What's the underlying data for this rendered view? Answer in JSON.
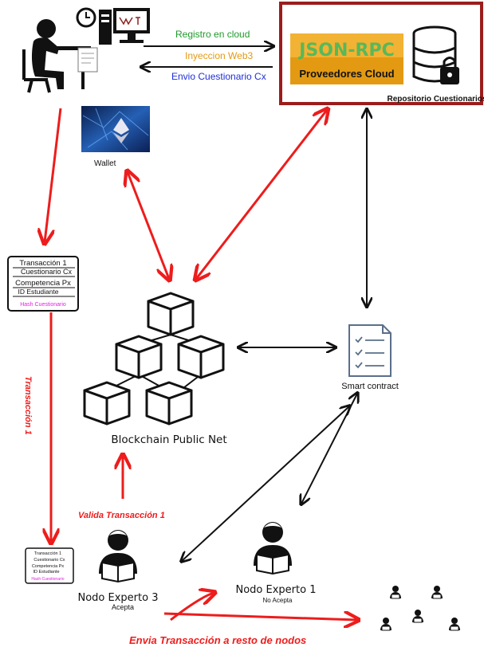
{
  "colors": {
    "red": "#ee1c1c",
    "dark_red": "#9b1c1c",
    "green": "#1f9a2a",
    "orange": "#e39a12",
    "blue": "#1f2fd6",
    "magenta": "#e81ee8",
    "json_green": "#58b85a",
    "json_orange": "#f2b233"
  },
  "top_arrows": {
    "registro": "Registro en cloud",
    "inyeccion": "Inyeccion Web3",
    "envio": "Envio Cuestionario Cx"
  },
  "provider_box": {
    "json_rpc": "JSON-RPC",
    "proveedores": "Proveedores Cloud",
    "repositorio": "Repositorio Cuestionarios"
  },
  "wallet": {
    "label": "Wallet"
  },
  "transaction_card": {
    "line1": "Transacción 1",
    "line2": "Cuestionario Cx",
    "line3": "Competencia Px",
    "line4": "ID Estudiante",
    "hash": "Hash Cuestionario"
  },
  "small_card": {
    "line1": "Transacción 1",
    "line2": "Cuestionario Cx",
    "line3": "Competencia Px",
    "line4": "ID Estudiante",
    "hash": "Hash Cuestionario"
  },
  "labels": {
    "transaccion_vertical": "Transacción 1",
    "blockchain": "Blockchain Public Net",
    "smart_contract": "Smart contract",
    "valida": "Valida Transacción 1",
    "nodo3": "Nodo Experto 3",
    "nodo3_status": "Acepta",
    "nodo1": "Nodo Experto 1",
    "nodo1_status": "No Acepta",
    "envia": "Envia Transacción a resto de nodos"
  }
}
